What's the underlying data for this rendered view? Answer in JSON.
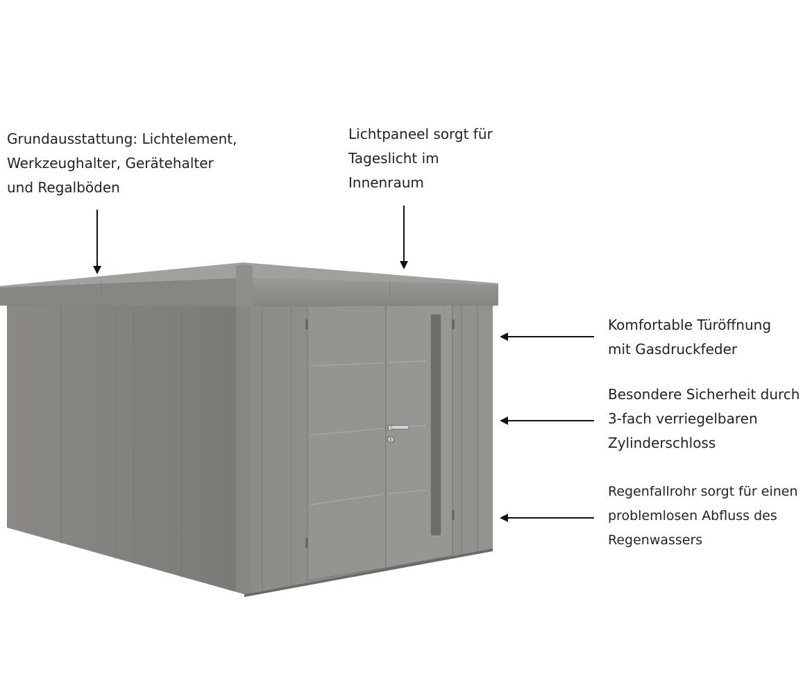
{
  "annotations": {
    "equipment": {
      "lines": [
        "Grundausstattung: Lichtelement,",
        "Werkzeughalter, Gerätehalter",
        "und Regalböden"
      ]
    },
    "light_panel": {
      "lines": [
        "Lichtpaneel sorgt für",
        "Tageslicht im",
        "Innenraum"
      ]
    },
    "door_opening": {
      "lines": [
        "Komfortable Türöffnung",
        "mit Gasdruckfeder"
      ]
    },
    "security": {
      "lines": [
        "Besondere Sicherheit durch",
        "3-fach verriegelbaren",
        "Zylinderschloss"
      ]
    },
    "drainpipe": {
      "lines": [
        "Regenfallrohr sorgt für einen",
        "problemlosen Abfluss des",
        "Regenwassers"
      ]
    }
  },
  "colors": {
    "background": "#ffffff",
    "text": "#222222",
    "arrow": "#111111",
    "shed_roof": "#8c8b87",
    "shed_roof_top": "#7d7c78",
    "shed_side": "#807f7b",
    "shed_front": "#8f8e8a",
    "panel_line": "#7a7975",
    "door_groove": "#a6a5a1",
    "window": "#6f6e6a",
    "handle": "#d8d8d8"
  },
  "icons": {
    "arrows": "arrow-icon",
    "handle": "door-handle-icon",
    "lock": "cylinder-lock-icon"
  }
}
